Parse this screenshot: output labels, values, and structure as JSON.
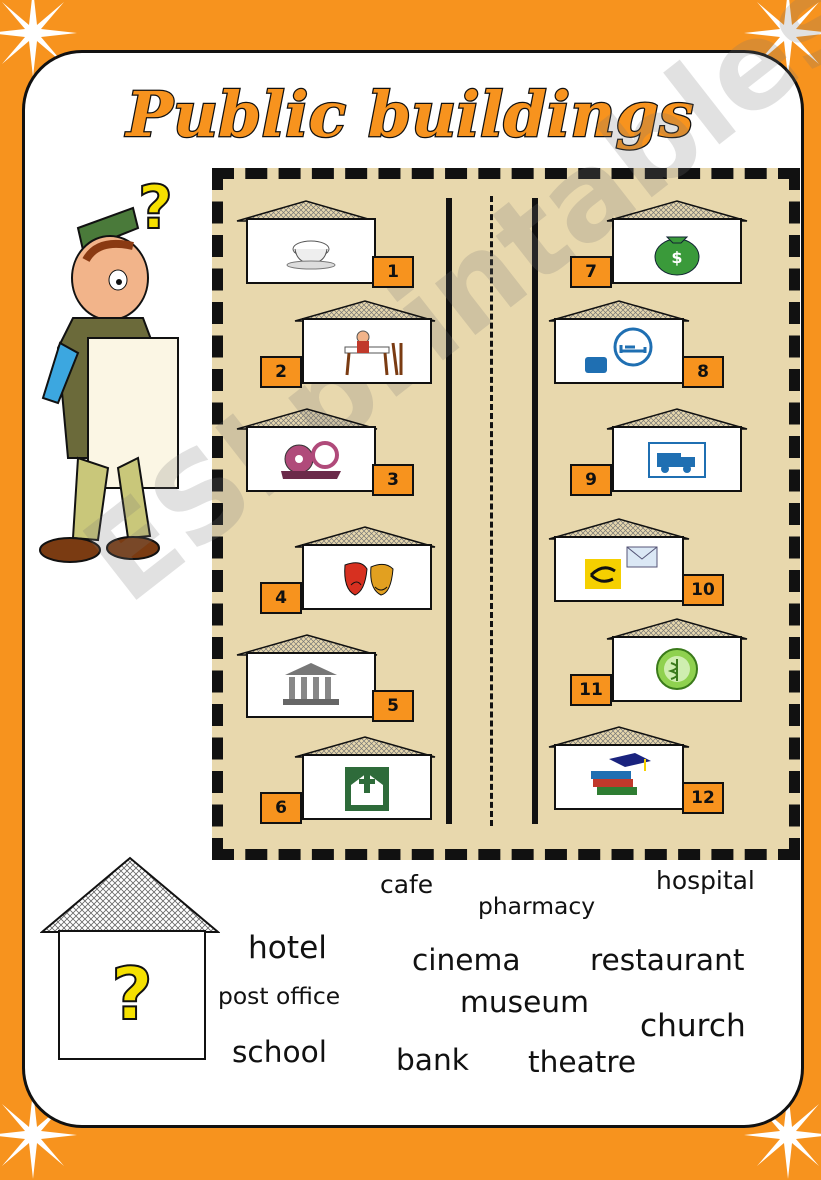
{
  "worksheet": {
    "title": "Public buildings",
    "watermark": "ESLprintables.com",
    "question_mark": "?"
  },
  "houses": [
    {
      "number": "1",
      "icon": "coffee-cup-icon"
    },
    {
      "number": "2",
      "icon": "restaurant-table-icon"
    },
    {
      "number": "3",
      "icon": "film-reel-icon"
    },
    {
      "number": "4",
      "icon": "theatre-masks-icon"
    },
    {
      "number": "5",
      "icon": "museum-columns-icon"
    },
    {
      "number": "6",
      "icon": "church-icon"
    },
    {
      "number": "7",
      "icon": "money-bag-icon"
    },
    {
      "number": "8",
      "icon": "hotel-bed-icon"
    },
    {
      "number": "9",
      "icon": "ambulance-icon"
    },
    {
      "number": "10",
      "icon": "post-horn-icon"
    },
    {
      "number": "11",
      "icon": "pharmacy-icon"
    },
    {
      "number": "12",
      "icon": "books-cap-icon"
    }
  ],
  "word_bank": [
    "cafe",
    "pharmacy",
    "hospital",
    "hotel",
    "cinema",
    "restaurant",
    "post office",
    "museum",
    "church",
    "school",
    "bank",
    "theatre"
  ],
  "colors": {
    "orange": "#f7931e",
    "map_background": "#e8d8ad"
  }
}
